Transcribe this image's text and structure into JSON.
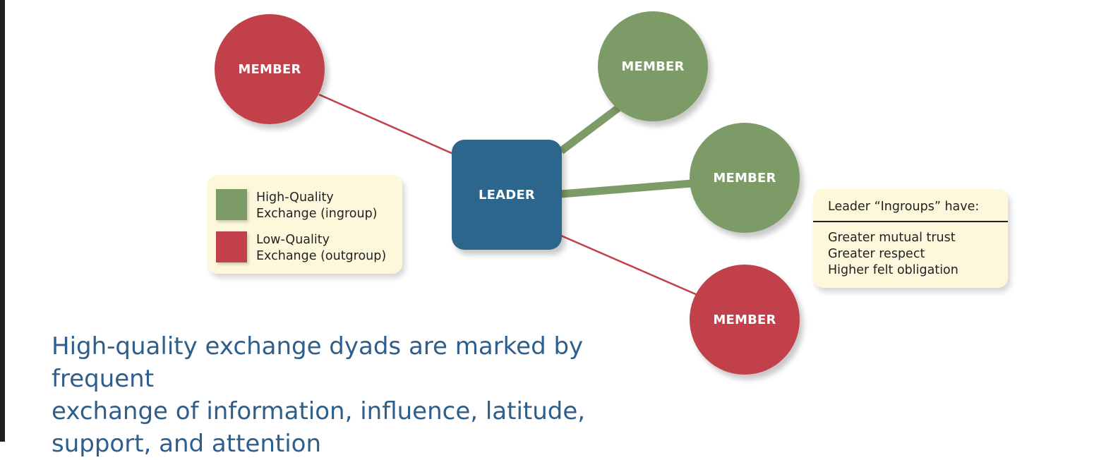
{
  "diagram": {
    "leader": {
      "label": "LEADER",
      "color": "#2c668d"
    },
    "members": [
      {
        "label": "MEMBER",
        "exchange": "low",
        "color": "#c2404a"
      },
      {
        "label": "MEMBER",
        "exchange": "high",
        "color": "#7d9b67"
      },
      {
        "label": "MEMBER",
        "exchange": "high",
        "color": "#7d9b67"
      },
      {
        "label": "MEMBER",
        "exchange": "low",
        "color": "#c2404a"
      }
    ],
    "link_colors": {
      "high": "#7d9b67",
      "low": "#c2404a"
    }
  },
  "legend": {
    "items": [
      {
        "line1": "High-Quality",
        "line2": "Exchange (ingroup)",
        "color": "#7d9b67"
      },
      {
        "line1": "Low-Quality",
        "line2": "Exchange (outgroup)",
        "color": "#c2404a"
      }
    ]
  },
  "info_box": {
    "title": "Leader “Ingroups” have:",
    "items": [
      "Greater mutual trust",
      "Greater respect",
      "Higher felt obligation"
    ]
  },
  "caption": {
    "lines": [
      "High-quality exchange dyads are marked by frequent",
      "exchange of information, influence, latitude,",
      "support, and attention"
    ]
  }
}
